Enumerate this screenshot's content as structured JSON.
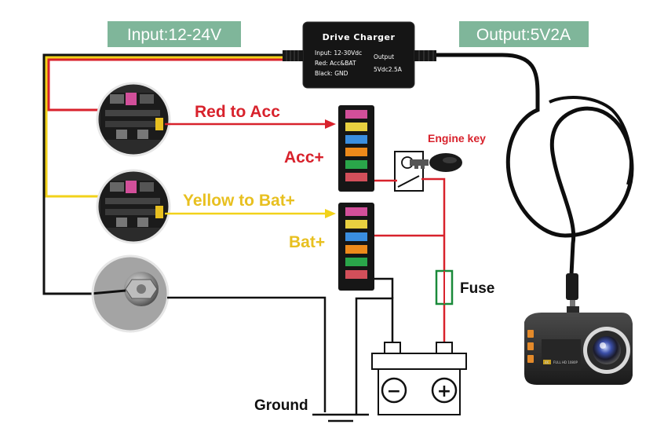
{
  "badges": {
    "input": "Input:12-24V",
    "output": "Output:5V2A",
    "color": "#7fb69a"
  },
  "charger": {
    "title": "Drive Charger",
    "input_spec": "Input: 12-30Vdc",
    "red_spec": "Red: Acc&BAT",
    "black_spec": "Black: GND",
    "output_label": "Output",
    "output_spec": "5Vdc2.5A"
  },
  "labels": {
    "red_to_acc": "Red to Acc",
    "acc_plus": "Acc+",
    "yellow_to_bat": "Yellow to Bat+",
    "bat_plus": "Bat+",
    "engine_key": "Engine key",
    "fuse": "Fuse",
    "ground": "Ground",
    "battery_minus": "−",
    "battery_plus": "+"
  },
  "camera": {
    "badge": "4K",
    "caption": "FULL HD 1080P"
  },
  "colors": {
    "red_wire": "#d8222c",
    "yellow_wire": "#f2d21a",
    "black_wire": "#111111",
    "fuse_green": "#1a8a3a"
  }
}
